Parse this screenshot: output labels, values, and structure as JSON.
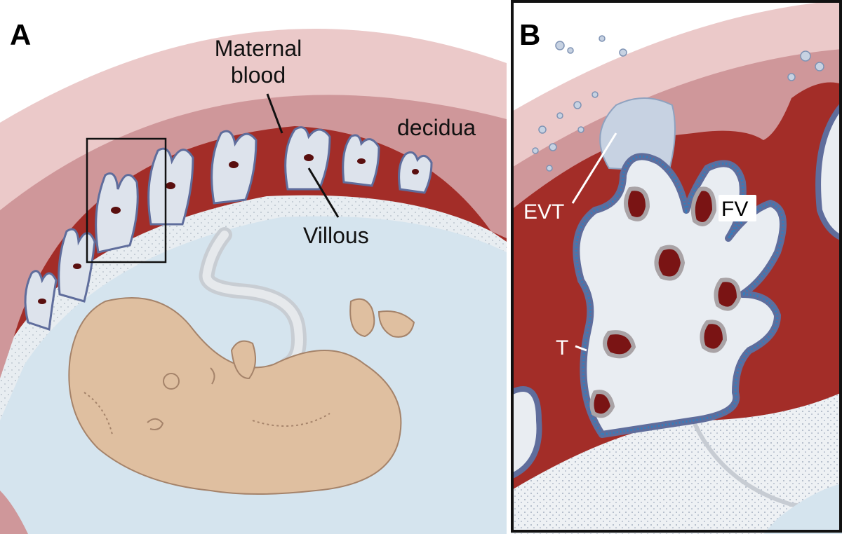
{
  "panel_a": {
    "letter": "A",
    "labels": {
      "maternal_line1": "Maternal",
      "maternal_line2": "blood",
      "decidua": "decidua",
      "villous": "Villous"
    }
  },
  "panel_b": {
    "letter": "B",
    "labels": {
      "evt": "EVT",
      "fv": "FV",
      "t": "T"
    }
  },
  "colors": {
    "decidua_outer": "#e9c4c4",
    "decidua_inner": "#c98f93",
    "maternal_blood": "#a32d28",
    "villus_outline": "#5f6d9c",
    "trophoblast_blue": "#2f7fbf",
    "villus_core": "#dde3ec",
    "amniotic_fluid": "#d5e4ee",
    "fetus_skin": "#dfbfa0",
    "fetus_outline": "#a5836a"
  }
}
